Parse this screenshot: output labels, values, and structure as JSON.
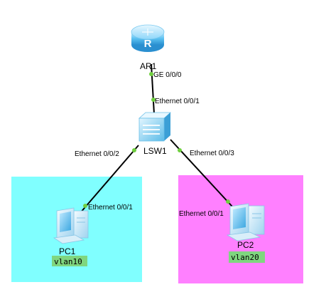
{
  "devices": {
    "router": {
      "name": "AR1",
      "icon": "router-icon"
    },
    "switch": {
      "name": "LSW1",
      "icon": "switch-icon"
    },
    "pc1": {
      "name": "PC1",
      "icon": "pc-icon",
      "vlan": "vlan10"
    },
    "pc2": {
      "name": "PC2",
      "icon": "pc-icon",
      "vlan": "vlan20"
    }
  },
  "ports": {
    "ar1_ge": "GE 0/0/0",
    "lsw_e1": "Ethernet 0/0/1",
    "lsw_e2": "Ethernet 0/0/2",
    "lsw_e3": "Ethernet 0/0/3",
    "pc1_e1": "Ethernet 0/0/1",
    "pc2_e1": "Ethernet 0/0/1"
  },
  "colors": {
    "vlan10_area": "#80ffff",
    "vlan20_area": "#ff80ff",
    "vlan_badge": "#7fd67f",
    "port_dot": "#6fcf3f",
    "link": "#000000"
  }
}
